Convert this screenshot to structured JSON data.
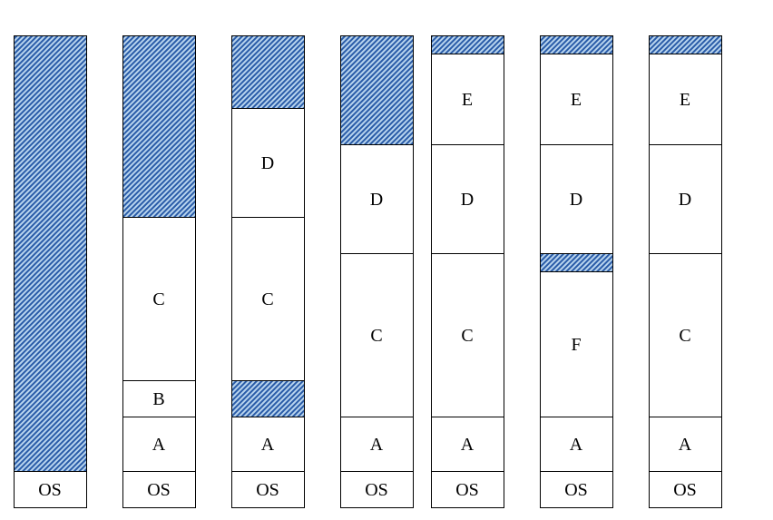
{
  "memory_snapshots": [
    {
      "segments": [
        {
          "label": "",
          "free": true,
          "size": 480
        },
        {
          "label": "OS",
          "free": false,
          "size": 40
        }
      ]
    },
    {
      "segments": [
        {
          "label": "",
          "free": true,
          "size": 200
        },
        {
          "label": "C",
          "free": false,
          "size": 180
        },
        {
          "label": "B",
          "free": false,
          "size": 40
        },
        {
          "label": "A",
          "free": false,
          "size": 60
        },
        {
          "label": "OS",
          "free": false,
          "size": 40
        }
      ]
    },
    {
      "segments": [
        {
          "label": "",
          "free": true,
          "size": 80
        },
        {
          "label": "D",
          "free": false,
          "size": 120
        },
        {
          "label": "C",
          "free": false,
          "size": 180
        },
        {
          "label": "",
          "free": true,
          "size": 40
        },
        {
          "label": "A",
          "free": false,
          "size": 60
        },
        {
          "label": "OS",
          "free": false,
          "size": 40
        }
      ]
    },
    {
      "segments": [
        {
          "label": "",
          "free": true,
          "size": 120
        },
        {
          "label": "D",
          "free": false,
          "size": 120
        },
        {
          "label": "C",
          "free": false,
          "size": 180
        },
        {
          "label": "A",
          "free": false,
          "size": 60
        },
        {
          "label": "OS",
          "free": false,
          "size": 40
        }
      ]
    },
    {
      "segments": [
        {
          "label": "",
          "free": true,
          "size": 20
        },
        {
          "label": "E",
          "free": false,
          "size": 100
        },
        {
          "label": "D",
          "free": false,
          "size": 120
        },
        {
          "label": "C",
          "free": false,
          "size": 180
        },
        {
          "label": "A",
          "free": false,
          "size": 60
        },
        {
          "label": "OS",
          "free": false,
          "size": 40
        }
      ]
    },
    {
      "segments": [
        {
          "label": "",
          "free": true,
          "size": 20
        },
        {
          "label": "E",
          "free": false,
          "size": 100
        },
        {
          "label": "D",
          "free": false,
          "size": 120
        },
        {
          "label": "",
          "free": true,
          "size": 20
        },
        {
          "label": "F",
          "free": false,
          "size": 160
        },
        {
          "label": "A",
          "free": false,
          "size": 60
        },
        {
          "label": "OS",
          "free": false,
          "size": 40
        }
      ]
    },
    {
      "segments": [
        {
          "label": "",
          "free": true,
          "size": 20
        },
        {
          "label": "E",
          "free": false,
          "size": 100
        },
        {
          "label": "D",
          "free": false,
          "size": 120
        },
        {
          "label": "C",
          "free": false,
          "size": 180
        },
        {
          "label": "A",
          "free": false,
          "size": 60
        },
        {
          "label": "OS",
          "free": false,
          "size": 40
        }
      ]
    }
  ],
  "colors": {
    "free_hatch_stripe": "#2a5ca8",
    "free_hatch_bg": "#b8d4ee",
    "outline": "#000000",
    "process_fill": "#ffffff"
  }
}
